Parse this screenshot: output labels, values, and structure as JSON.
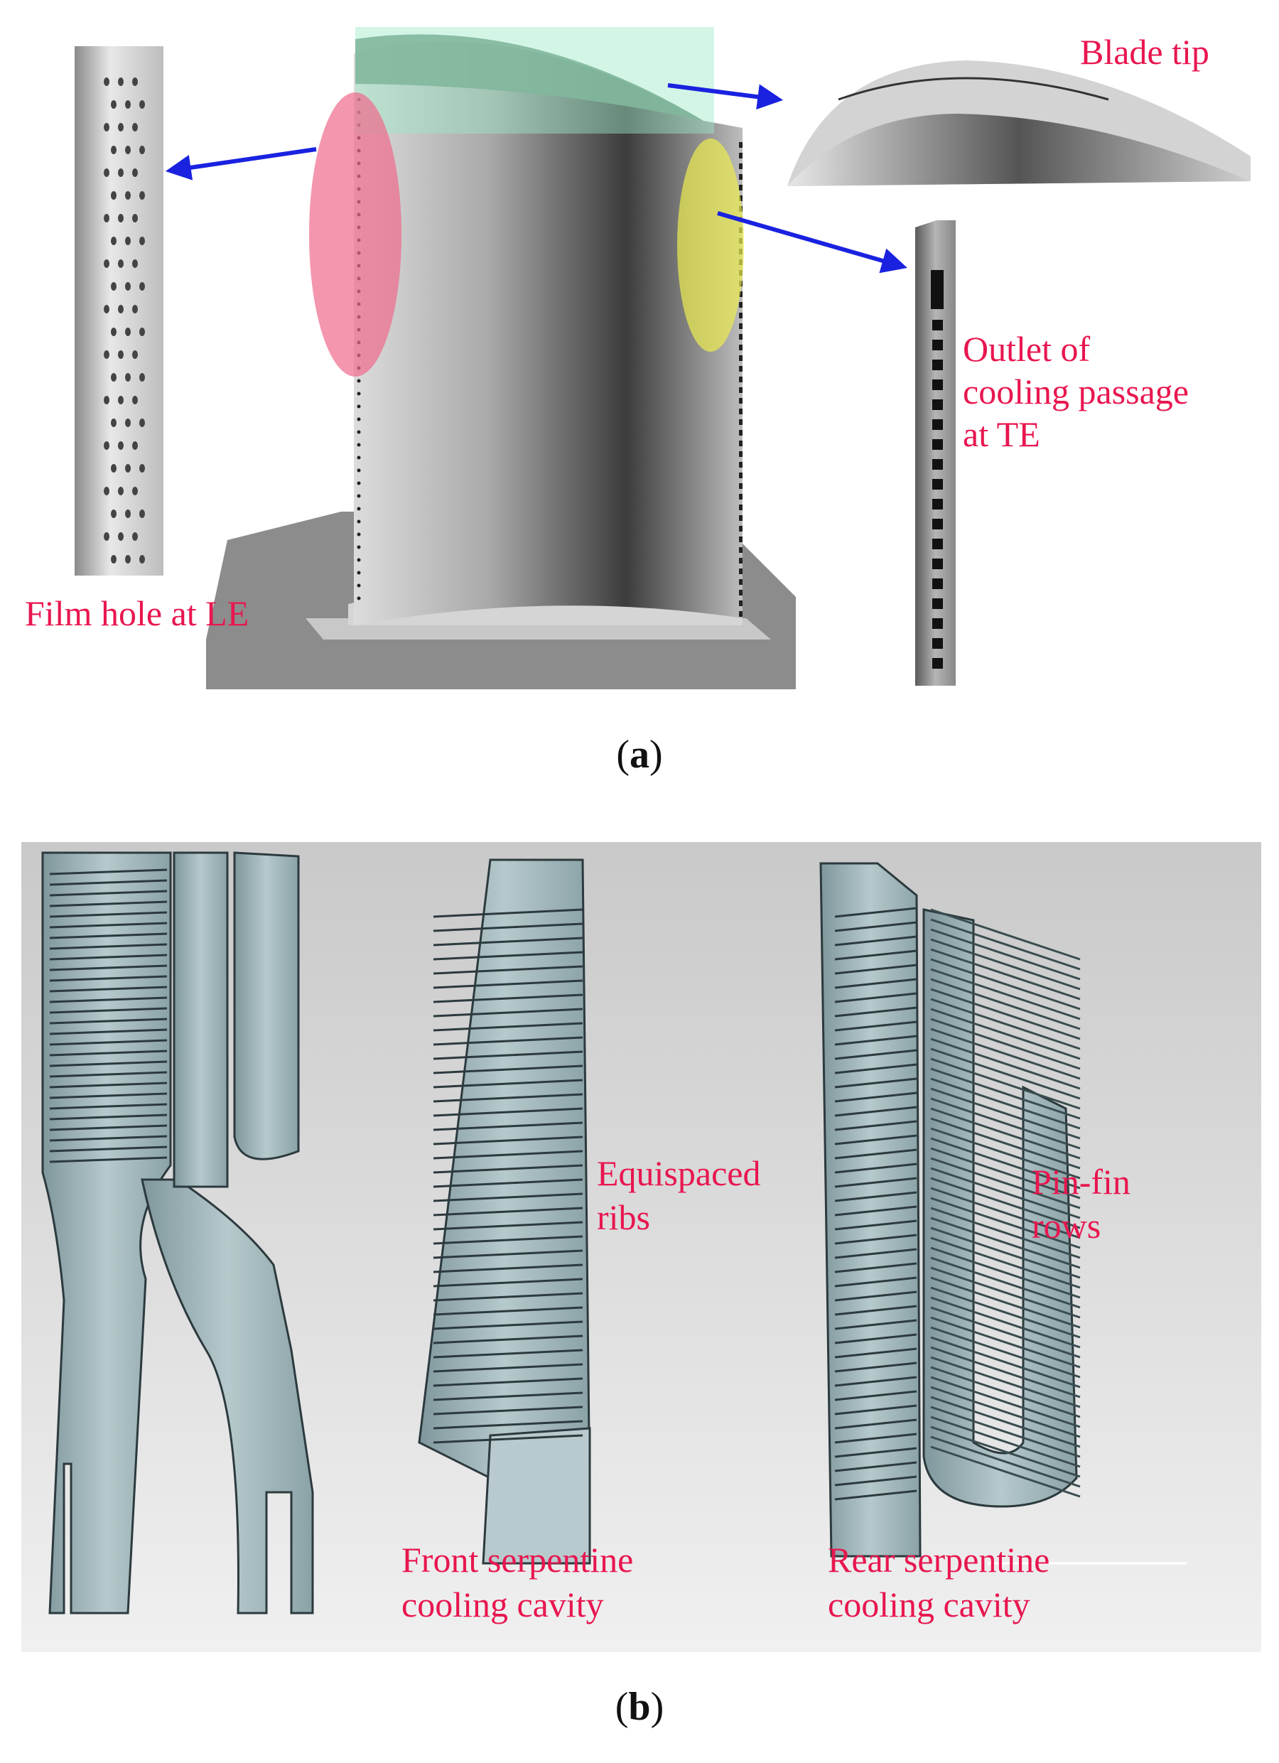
{
  "panel_a": {
    "caption_letter": "a",
    "labels": {
      "film_hole": "Film hole at LE",
      "blade_tip": "Blade tip",
      "outlet_line1": "Outlet of",
      "outlet_line2": "cooling passage",
      "outlet_line3": "at TE"
    },
    "colors": {
      "label": "#e8164f",
      "arrow": "#1a22e0",
      "le_highlight": "#f06a8c",
      "te_highlight": "#ecec50",
      "tip_highlight": "#9ee8c8"
    }
  },
  "panel_b": {
    "caption_letter": "b",
    "labels": {
      "ribs_line1": "Equispaced",
      "ribs_line2": "ribs",
      "pinfin_line1": "Pin-fin",
      "pinfin_line2": "rows",
      "front_line1": "Front serpentine",
      "front_line2": "cooling cavity",
      "rear_line1": "Rear serpentine",
      "rear_line2": "cooling cavity"
    },
    "colors": {
      "label": "#e8164f",
      "background_top": "#c9c9c9",
      "background_bottom": "#f0f0f0",
      "cavity_fill": "#9fb5b9",
      "cavity_edge": "#2c3a3e"
    }
  }
}
